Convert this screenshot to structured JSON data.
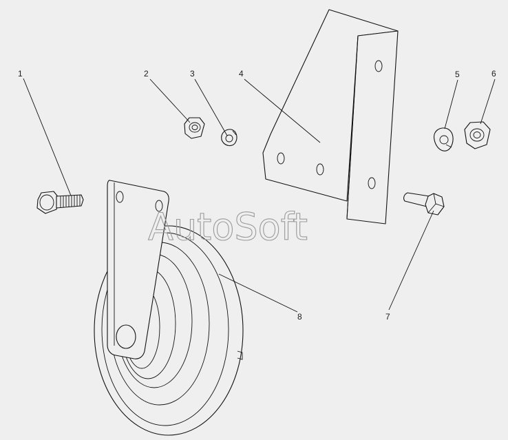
{
  "callouts": [
    {
      "id": "1",
      "label": "1"
    },
    {
      "id": "2",
      "label": "2"
    },
    {
      "id": "3",
      "label": "3"
    },
    {
      "id": "4",
      "label": "4"
    },
    {
      "id": "5",
      "label": "5"
    },
    {
      "id": "6",
      "label": "6"
    },
    {
      "id": "7",
      "label": "7"
    },
    {
      "id": "8",
      "label": "8"
    }
  ],
  "watermark": "AutoSoft",
  "colors": {
    "background": "#efefef",
    "line": "#111111",
    "watermark": "#9a9a9a"
  }
}
